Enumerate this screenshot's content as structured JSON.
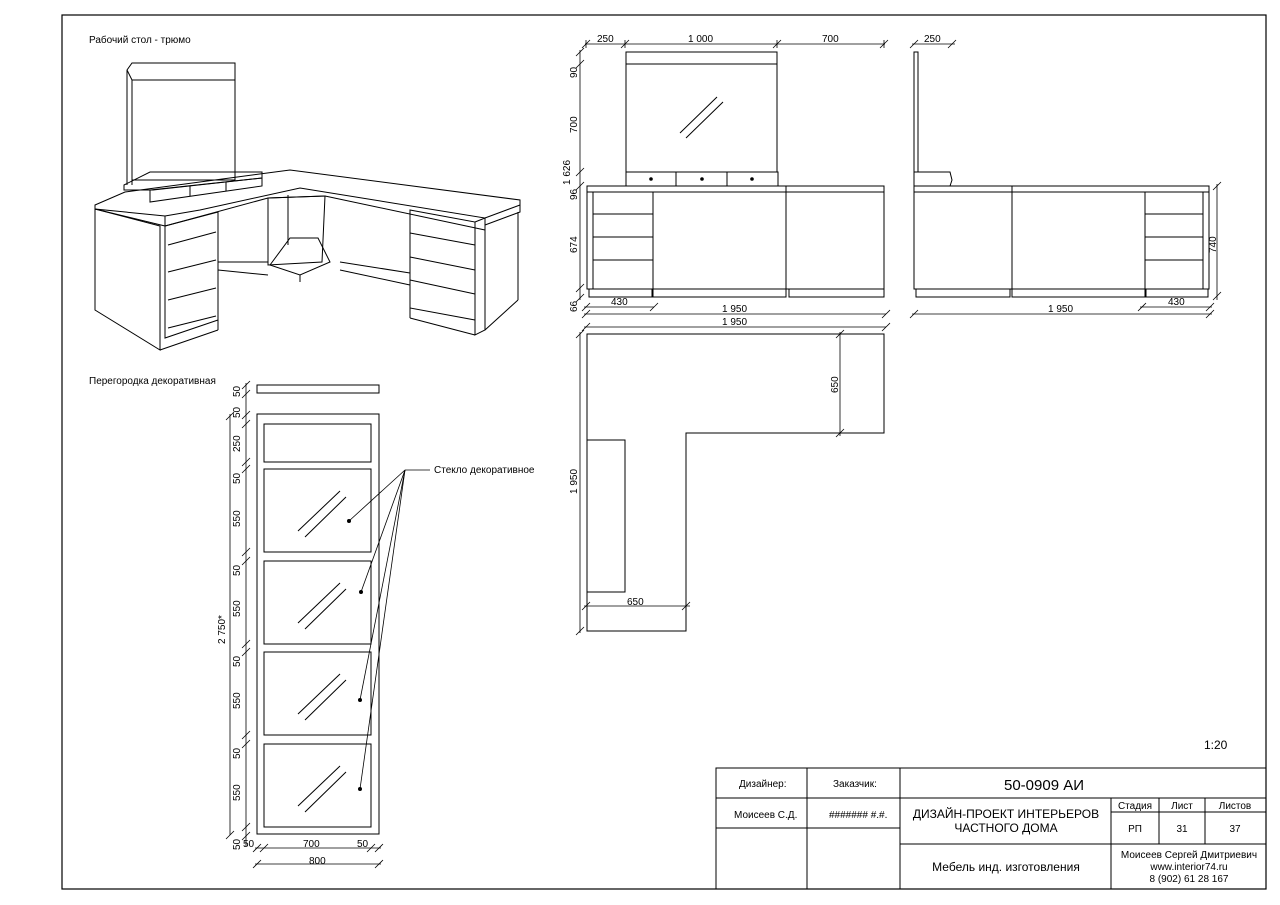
{
  "titles": {
    "desk": "Рабочий стол - трюмо",
    "partition": "Перегородка декоративная",
    "glass_callout": "Стекло декоративное",
    "scale": "1:20"
  },
  "dims_front": {
    "top_left": "250",
    "top_mid": "1 000",
    "top_right": "700",
    "v90": "90",
    "v700": "700",
    "v1626": "1 626",
    "v96": "96",
    "v674": "674",
    "v66": "66",
    "b430": "430",
    "b1950": "1 950",
    "b1950b": "1 950"
  },
  "dims_side": {
    "top": "250",
    "v740": "740",
    "b430": "430",
    "b1950": "1 950"
  },
  "dims_plan": {
    "v650": "650",
    "v1950": "1 950",
    "h650": "650"
  },
  "dims_partition": {
    "v50a": "50",
    "v50b": "50",
    "v250": "250",
    "v50c": "50",
    "v550a": "550",
    "v50d": "50",
    "v550b": "550",
    "v50e": "50",
    "v550c": "550",
    "v50f": "50",
    "v550d": "550",
    "v50g": "50",
    "total": "2 750*",
    "h50l": "50",
    "h700": "700",
    "h50r": "50",
    "h800": "800"
  },
  "title_block": {
    "designer_label": "Дизайнер:",
    "client_label": "Заказчик:",
    "designer_name": "Моисеев С.Д.",
    "client_name": "####### #.#.",
    "code": "50-0909 АИ",
    "project_line1": "ДИЗАЙН-ПРОЕКТ ИНТЕРЬЕРОВ",
    "project_line2": "ЧАСТНОГО ДОМА",
    "stage_label": "Стадия",
    "sheet_label": "Лист",
    "sheets_label": "Листов",
    "stage": "РП",
    "sheet": "31",
    "sheets": "37",
    "sheet_title": "Мебель инд. изготовления",
    "author": "Моисеев Сергей Дмитриевич",
    "website": "www.interior74.ru",
    "phone": "8 (902) 61 28 167"
  }
}
